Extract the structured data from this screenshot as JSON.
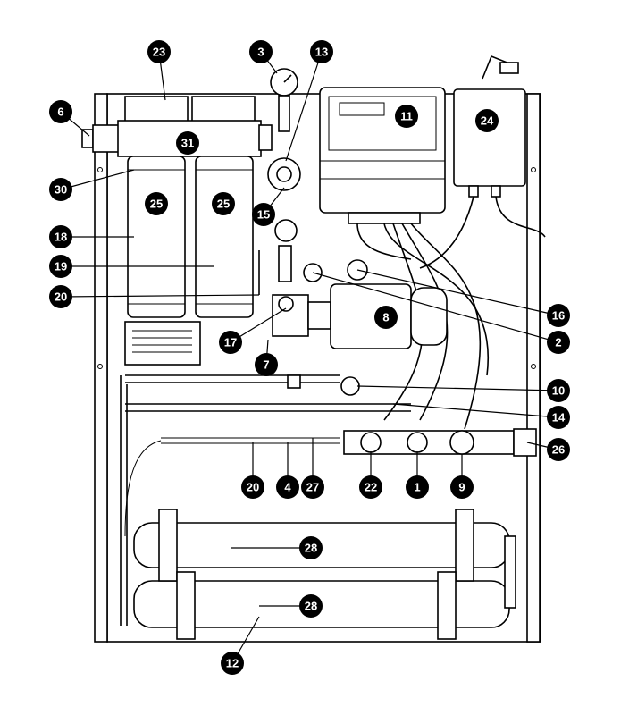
{
  "diagram": {
    "title": "Water treatment unit component layout",
    "callouts": [
      {
        "label": "23"
      },
      {
        "label": "3"
      },
      {
        "label": "13"
      },
      {
        "label": "6"
      },
      {
        "label": "11"
      },
      {
        "label": "24"
      },
      {
        "label": "31"
      },
      {
        "label": "30"
      },
      {
        "label": "25"
      },
      {
        "label": "25"
      },
      {
        "label": "15"
      },
      {
        "label": "18"
      },
      {
        "label": "19"
      },
      {
        "label": "20"
      },
      {
        "label": "16"
      },
      {
        "label": "8"
      },
      {
        "label": "17"
      },
      {
        "label": "2"
      },
      {
        "label": "7"
      },
      {
        "label": "10"
      },
      {
        "label": "14"
      },
      {
        "label": "26"
      },
      {
        "label": "20"
      },
      {
        "label": "4"
      },
      {
        "label": "27"
      },
      {
        "label": "22"
      },
      {
        "label": "1"
      },
      {
        "label": "9"
      },
      {
        "label": "28"
      },
      {
        "label": "28"
      },
      {
        "label": "12"
      }
    ]
  }
}
